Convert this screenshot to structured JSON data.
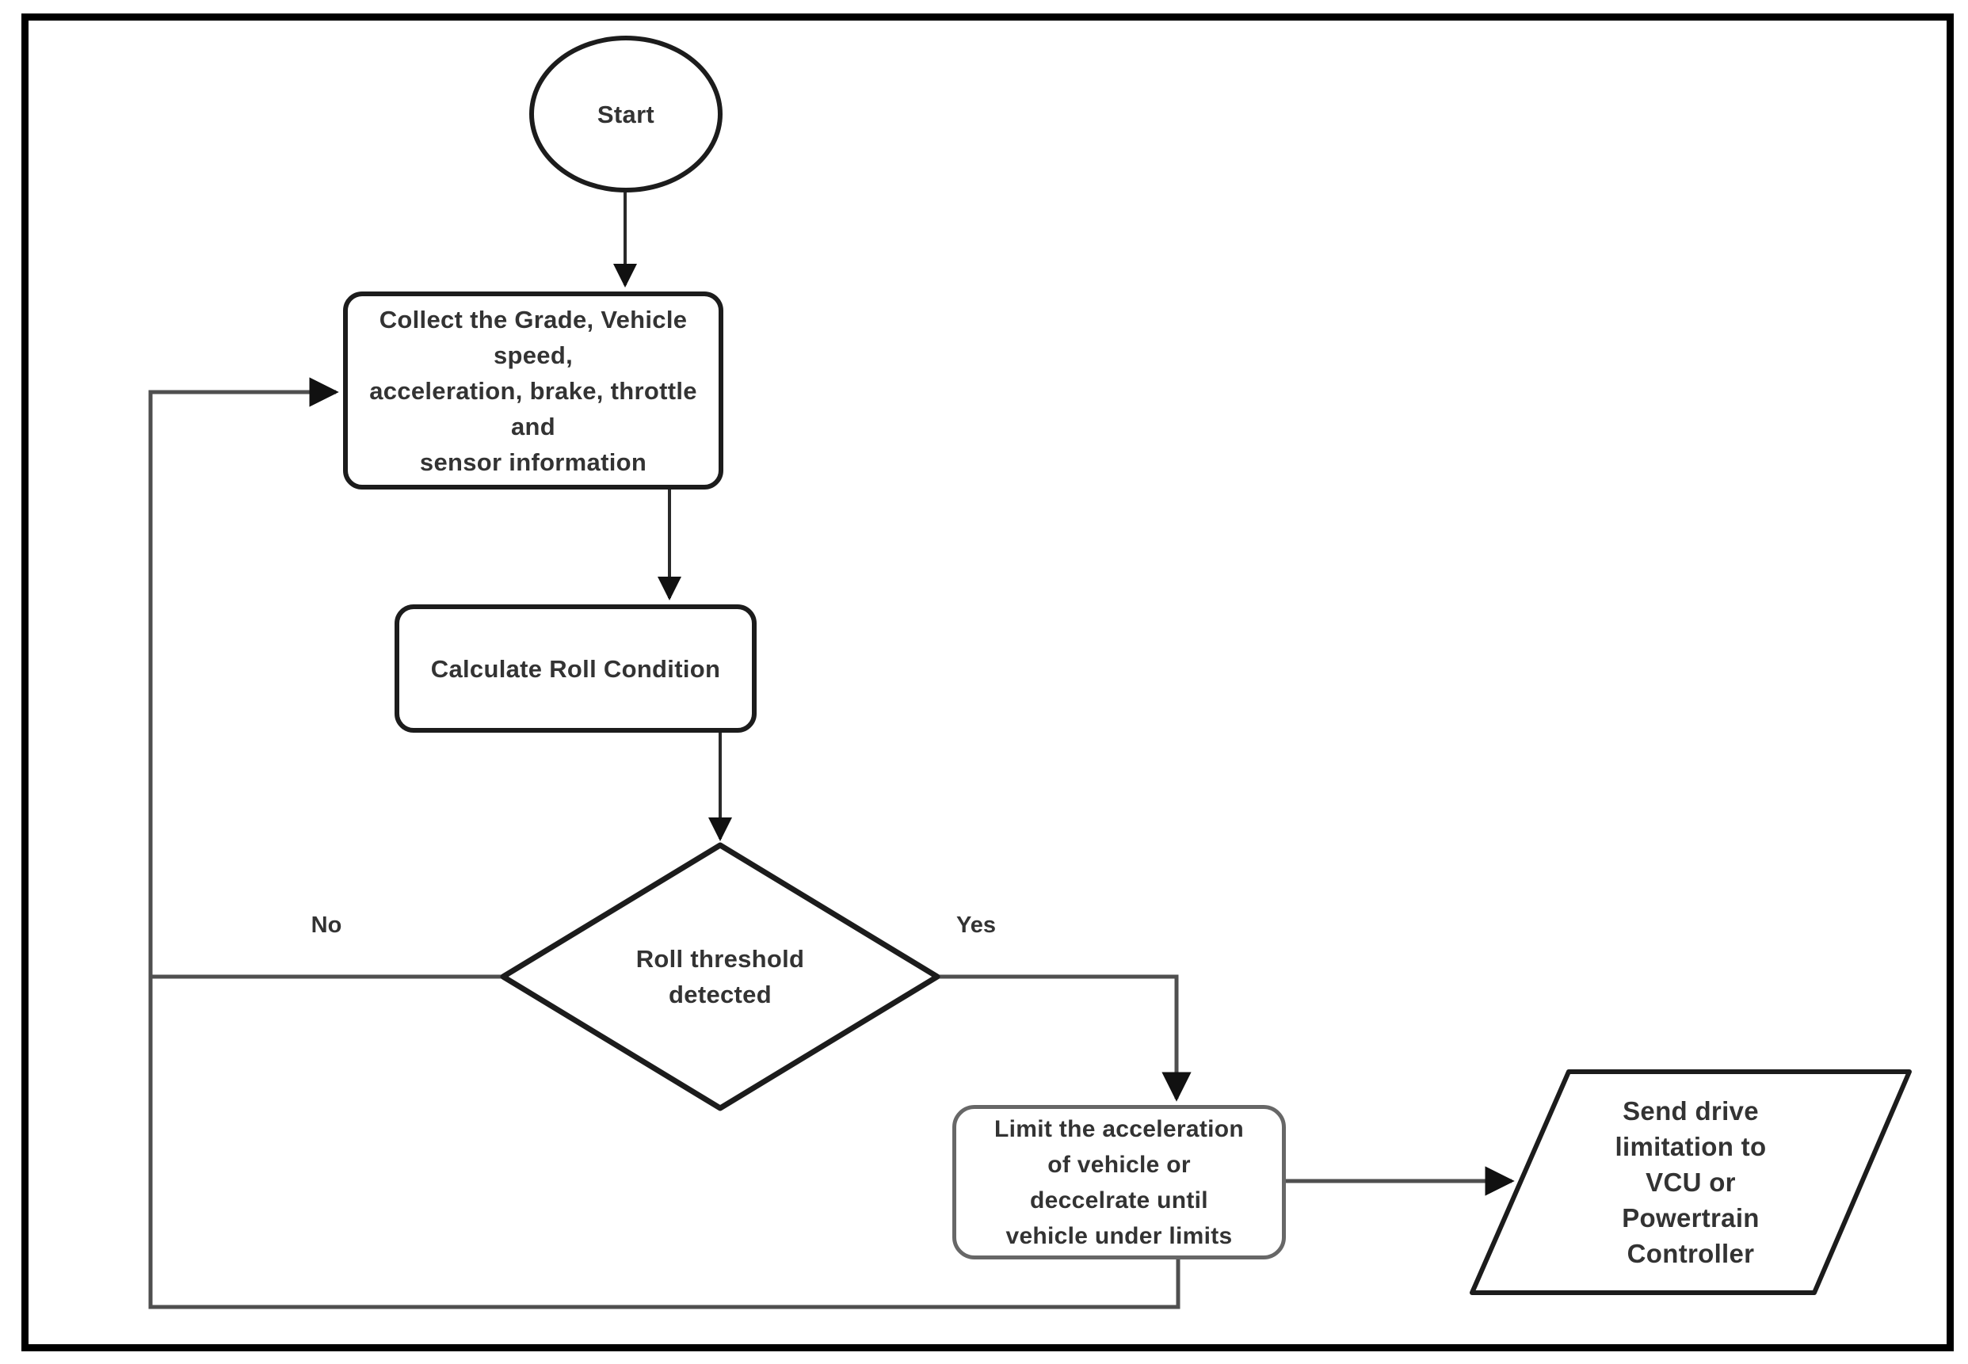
{
  "diagram": {
    "type": "flowchart",
    "nodes": {
      "start": {
        "shape": "terminator",
        "label": "Start"
      },
      "collect": {
        "shape": "process",
        "label": "Collect the Grade, Vehicle speed,\nacceleration, brake, throttle and\nsensor information"
      },
      "calculate": {
        "shape": "process",
        "label": "Calculate Roll Condition"
      },
      "decision": {
        "shape": "decision",
        "label": "Roll threshold\ndetected"
      },
      "limit": {
        "shape": "process",
        "label": "Limit the acceleration\nof vehicle or\ndeccelrate until\nvehicle under limits"
      },
      "send": {
        "shape": "input-output",
        "label": "Send drive\nlimitation to\nVCU or\nPowertrain\nController"
      }
    },
    "edges": {
      "yes_label": "Yes",
      "no_label": "No"
    },
    "colors": {
      "background": "#ffffff",
      "frame": "#000000",
      "shape_border": "#1c1c1c",
      "soft_shape_border": "#676767",
      "connector": "#4f4f4f",
      "arrowhead": "#111111",
      "text": "#333333"
    }
  }
}
